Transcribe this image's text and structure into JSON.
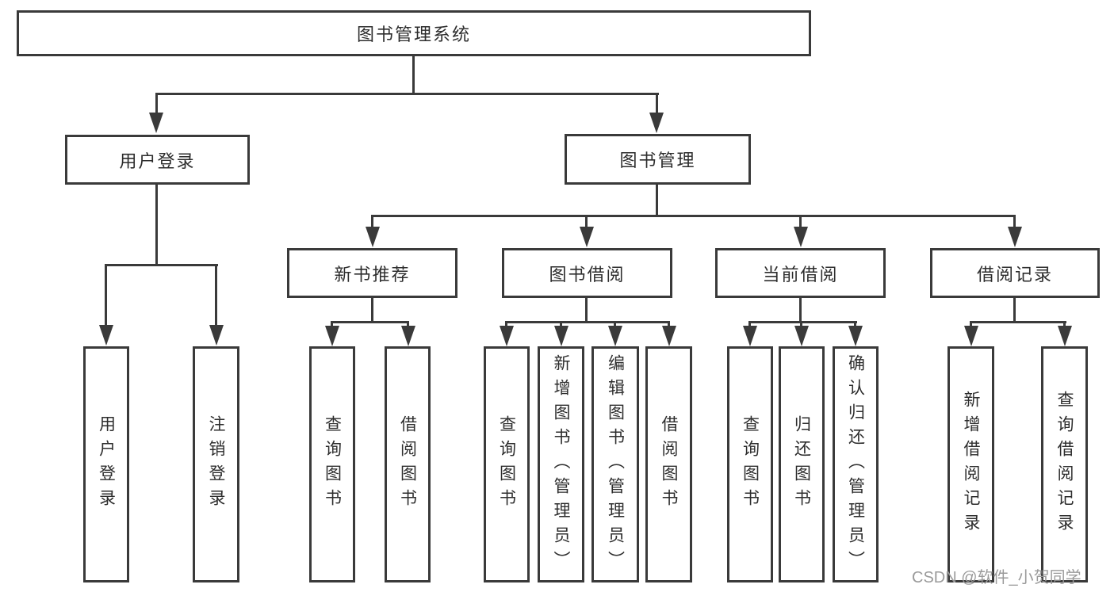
{
  "diagram_type": "hierarchy",
  "colors": {
    "line": "#3a3a3a",
    "text": "#2d2d2d",
    "watermark": "#9a9a9a",
    "background": "#ffffff"
  },
  "root": {
    "label": "图书管理系统",
    "children": [
      {
        "label": "用户登录",
        "children": [
          {
            "label": "用户登录"
          },
          {
            "label": "注销登录"
          }
        ]
      },
      {
        "label": "图书管理",
        "children": [
          {
            "label": "新书推荐",
            "children": [
              {
                "label": "查询图书"
              },
              {
                "label": "借阅图书"
              }
            ]
          },
          {
            "label": "图书借阅",
            "children": [
              {
                "label": "查询图书"
              },
              {
                "label": "新增图书（管理员）"
              },
              {
                "label": "编辑图书（管理员）"
              },
              {
                "label": "借阅图书"
              }
            ]
          },
          {
            "label": "当前借阅",
            "children": [
              {
                "label": "查询图书"
              },
              {
                "label": "归还图书"
              },
              {
                "label": "确认归还（管理员）"
              }
            ]
          },
          {
            "label": "借阅记录",
            "children": [
              {
                "label": "新增借阅记录"
              },
              {
                "label": "查询借阅记录"
              }
            ]
          }
        ]
      }
    ]
  },
  "watermark": {
    "text": "CSDN @软件_小贺同学"
  }
}
